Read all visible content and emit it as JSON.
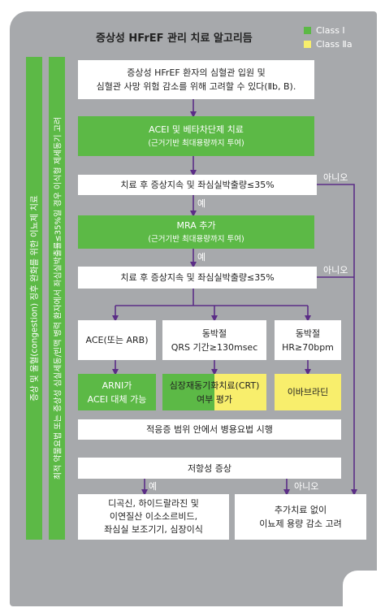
{
  "title": "증상성 HFrEF 관리 치료 알고리듬",
  "legend": [
    {
      "label": "Class Ⅰ",
      "color": "#5cb946"
    },
    {
      "label": "Class Ⅱa",
      "color": "#f8ee6c"
    }
  ],
  "sidebar_outer": "증상 및 울혈(congestion) 징후 완화를 위한 이뇨제 치료",
  "sidebar_inner": "최적 약물요법 또는 증상성 심실세동/빈맥 병력 환자에서 좌심실박출률≤35%일 경우 이식형 제세동기 고려",
  "box_intro": [
    "증상성 HFrEF 환자의 심혈관 입원 및",
    "심혈관 사망 위험 감소를 위해 고려할 수 있다(Ⅱb, B)."
  ],
  "box_acei": {
    "main": "ACEI 및 베타차단제 치료",
    "sub": "(근거기반 최대용량까지 투여)"
  },
  "box_check1": "치료 후 증상지속 및 좌심실박출량≤35%",
  "box_mra": {
    "main": "MRA 추가",
    "sub": "(근거기반 최대용량까지 투여)"
  },
  "box_check2": "치료 후 증상지속 및 좌심실박출량≤35%",
  "branch_ace": "ACE(또는 ARB)",
  "branch_crt": [
    "동박절",
    "QRS 기간≥130msec"
  ],
  "branch_hr": [
    "동박절",
    "HR≥70bpm"
  ],
  "box_arni": [
    "ARNI가",
    "ACEI 대체 가능"
  ],
  "box_crt": [
    "심장재동기화치료(CRT)",
    "여부 평가"
  ],
  "box_ivab": "이바브라딘",
  "box_combo": "적응증 범위 안에서 병용요법 시행",
  "box_resist": "저항성 증상",
  "box_final_yes": [
    "디곡신, 하이드랄라진 및",
    "이연질산 이소소르비드,",
    "좌심실 보조기기, 심장이식"
  ],
  "box_final_no": [
    "추가치료 없이",
    "이뇨제 용량 감소 고려"
  ],
  "yes": "예",
  "no": "아니오"
}
